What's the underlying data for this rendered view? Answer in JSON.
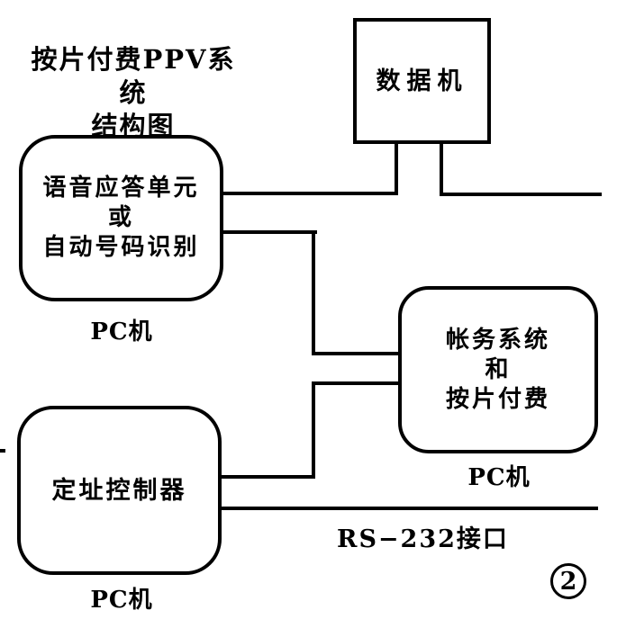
{
  "figure": {
    "title": {
      "line1": "按片付费PPV系统",
      "line2": "结构图"
    },
    "nodes": {
      "modem": {
        "label": "数据机"
      },
      "voice": {
        "line1": "语音应答单元",
        "line2": "或",
        "line3": "自动号码识别",
        "caption": "PC机"
      },
      "billing": {
        "line1": "帐务系统",
        "line2": "和",
        "line3": "按片付费",
        "caption": "PC机"
      },
      "controller": {
        "label": "定址控制器",
        "caption": "PC机"
      }
    },
    "bus_label": "RS−232接口",
    "figure_badge": "2",
    "ink_color": "#000000",
    "paper_color": "#ffffff"
  }
}
